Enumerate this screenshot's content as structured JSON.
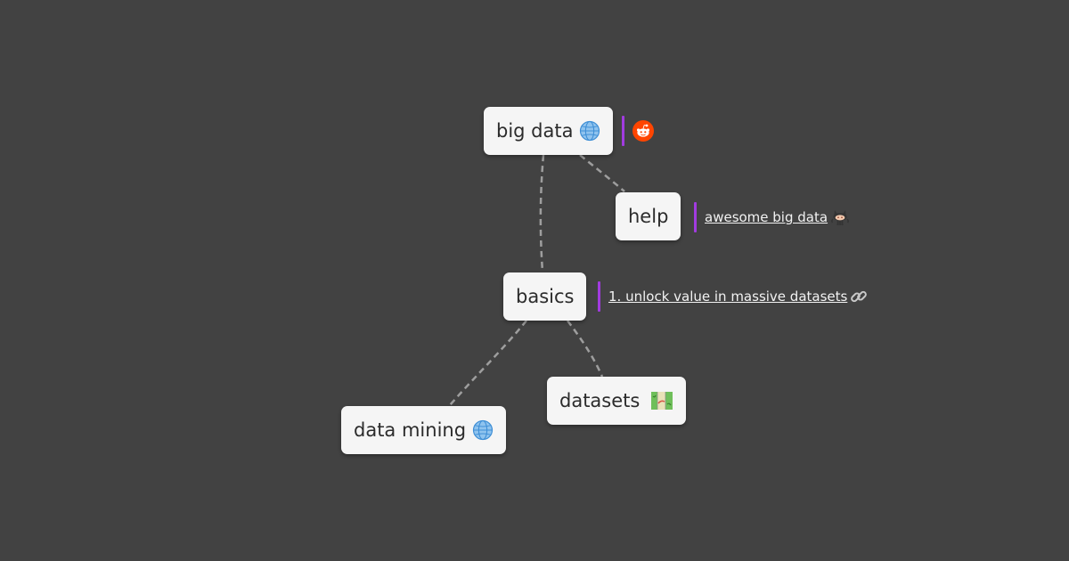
{
  "colors": {
    "background": "#424242",
    "node_fill": "#f5f5f5",
    "node_text": "#2b2b2b",
    "edge": "#9e9e9e",
    "note_bar": "#a23be0",
    "link_text": "#f2f2f2"
  },
  "mindmap": {
    "nodes": {
      "big_data": {
        "label": "big data",
        "icon": "globe-icon"
      },
      "help": {
        "label": "help"
      },
      "basics": {
        "label": "basics"
      },
      "data_mining": {
        "label": "data mining",
        "icon": "globe-icon"
      },
      "datasets": {
        "label": "datasets",
        "icon": "map-icon"
      }
    },
    "notes": {
      "big_data": {
        "icon": "reddit-icon"
      },
      "help": {
        "link_text": "awesome big data",
        "icon": "github-octocat-icon"
      },
      "basics": {
        "link_text": "1. unlock value in massive datasets",
        "icon": "link-icon"
      }
    },
    "edges": [
      {
        "from": "big data",
        "to": "basics"
      },
      {
        "from": "big data",
        "to": "help"
      },
      {
        "from": "basics",
        "to": "data mining"
      },
      {
        "from": "basics",
        "to": "datasets"
      }
    ]
  }
}
